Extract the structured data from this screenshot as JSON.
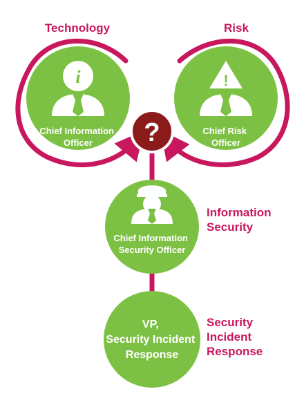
{
  "colors": {
    "accent": "#c8175d",
    "circle_green": "#7dc144",
    "question_red": "#8b1a1a",
    "white": "#ffffff"
  },
  "labels": {
    "technology": "Technology",
    "risk": "Risk",
    "information_security": [
      "Information",
      "Security"
    ],
    "security_incident_response": [
      "Security",
      "Incident",
      "Response"
    ]
  },
  "nodes": {
    "cio": {
      "title": [
        "Chief Information",
        "Officer"
      ],
      "icon": "info-icon"
    },
    "cro": {
      "title": [
        "Chief Risk",
        "Officer"
      ],
      "icon": "warning-icon"
    },
    "ciso": {
      "title": [
        "Chief Information",
        "Security Officer"
      ],
      "icon": "officer-cap-icon"
    },
    "vp": {
      "title": [
        "VP,",
        "Security Incident",
        "Response"
      ]
    }
  },
  "center_symbol": "?"
}
